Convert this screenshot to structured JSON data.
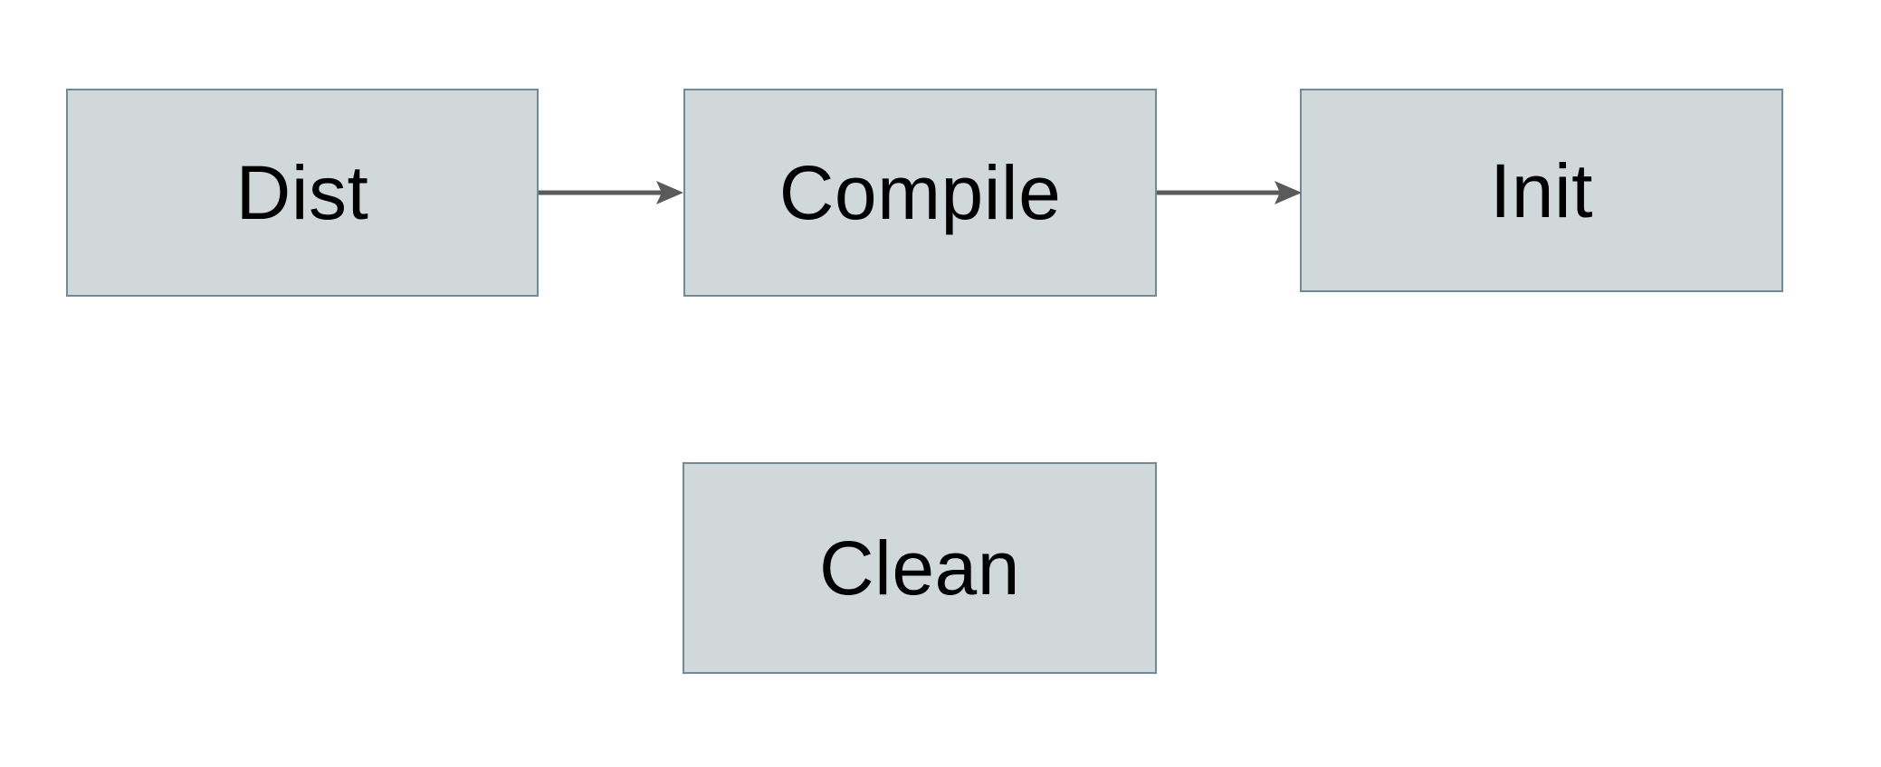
{
  "diagram": {
    "type": "flowchart",
    "background_color": "#ffffff",
    "node_fill_color": "#d0d8da",
    "node_border_color": "#6f8b9b",
    "edge_color": "#5a5a5a",
    "label_color": "#000000",
    "nodes": [
      {
        "id": "dist",
        "label": "Dist"
      },
      {
        "id": "compile",
        "label": "Compile"
      },
      {
        "id": "init",
        "label": "Init"
      },
      {
        "id": "clean",
        "label": "Clean"
      }
    ],
    "edges": [
      {
        "id": "dist-compile",
        "from": "Dist",
        "to": "Compile",
        "label": "",
        "arrowhead": "solid-triangle"
      },
      {
        "id": "compile-init",
        "from": "Compile",
        "to": "Init",
        "label": "",
        "arrowhead": "solid-triangle"
      }
    ]
  }
}
